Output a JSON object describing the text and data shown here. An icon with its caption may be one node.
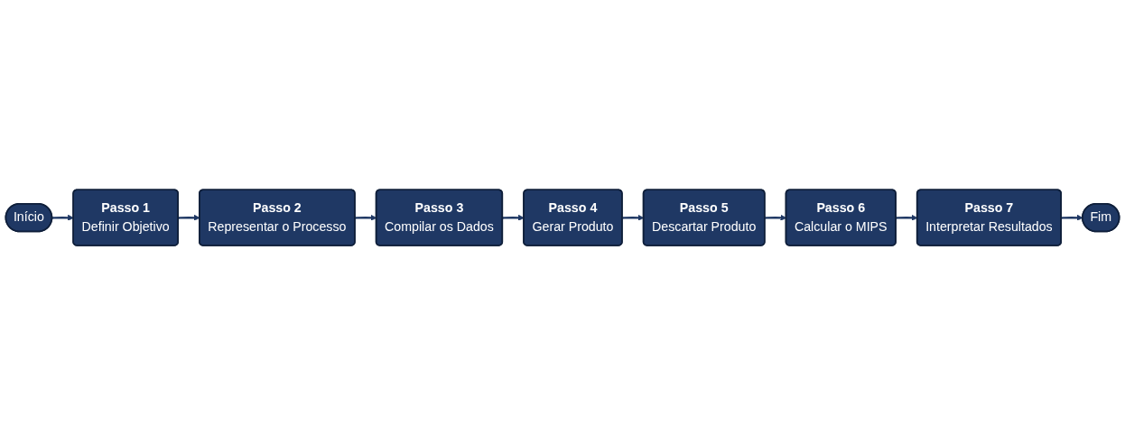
{
  "diagram": {
    "nodes": [
      {
        "text": [
          "Início"
        ]
      },
      {
        "text": [
          "Passo 1",
          "Definir Objetivo"
        ]
      },
      {
        "text": [
          "Passo 2",
          "Representar o Processo"
        ]
      },
      {
        "text": [
          "Passo 3",
          "Compilar os Dados"
        ]
      },
      {
        "text": [
          "Passo 4",
          "Gerar Produto"
        ]
      },
      {
        "text": [
          "Passo 5",
          "Descartar Produto"
        ]
      },
      {
        "text": [
          "Passo 6",
          "Calcular o MIPS"
        ]
      },
      {
        "text": [
          "Passo 7",
          "Interpretar Resultados"
        ]
      },
      {
        "text": [
          "Fim"
        ]
      }
    ],
    "edges": [
      {
        "from": 0,
        "to": 1,
        "arrow": "to"
      },
      {
        "from": 1,
        "to": 2,
        "arrow": "to"
      },
      {
        "from": 2,
        "to": 3,
        "arrow": "to"
      },
      {
        "from": 3,
        "to": 4,
        "arrow": "to"
      },
      {
        "from": 4,
        "to": 5,
        "arrow": "to"
      },
      {
        "from": 5,
        "to": 6,
        "arrow": "to"
      },
      {
        "from": 6,
        "to": 7,
        "arrow": "to"
      },
      {
        "from": 7,
        "to": 8,
        "arrow": "to"
      }
    ]
  }
}
